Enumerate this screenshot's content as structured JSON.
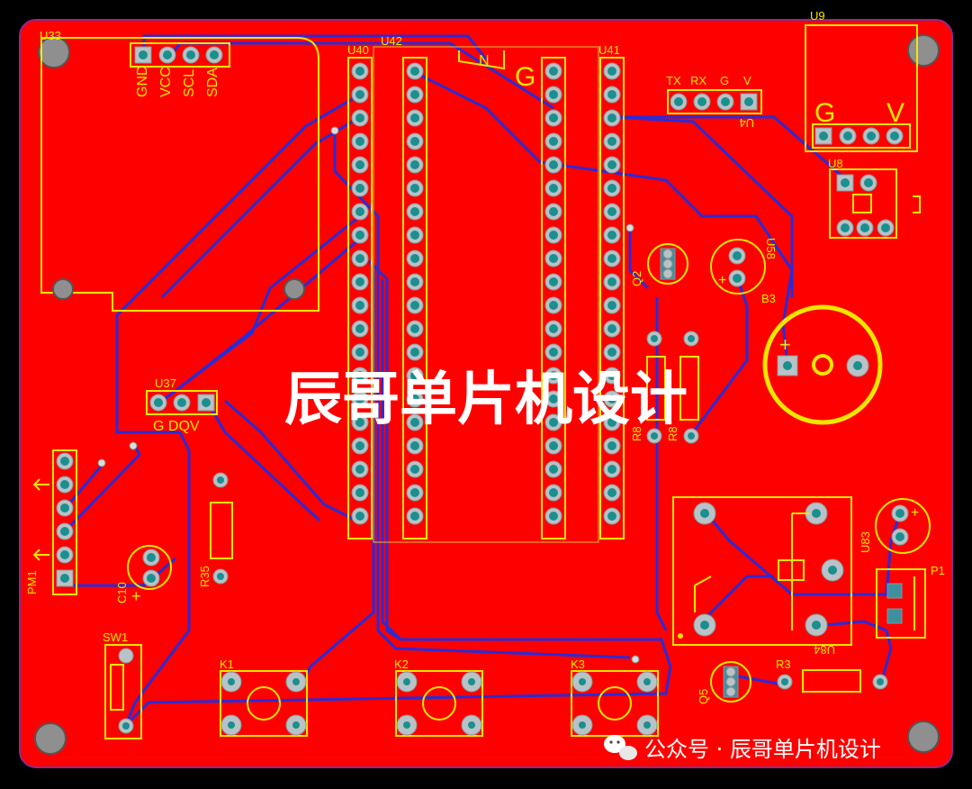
{
  "banner": "辰哥单片机设计",
  "watermark": {
    "icon": "wechat-icon",
    "text": "公众号 · 辰哥单片机设计"
  },
  "components": {
    "u33": "U33",
    "u33_pins": [
      "GND",
      "VCC",
      "SCL",
      "SDA"
    ],
    "u40": "U40",
    "u42": "U42",
    "u41": "U41",
    "u9": "U9",
    "u9_pins": [
      "G",
      "V"
    ],
    "u4": "U4",
    "u4_pins": [
      "TX",
      "RX",
      "G",
      "V"
    ],
    "u8": "U8",
    "u58": "U58",
    "q2": "Q2",
    "b3": "B3",
    "r8a": "R8",
    "r8b": "R8",
    "u37": "U37",
    "u37_pins": "G DQV",
    "pm1": "PM1",
    "c10": "C10",
    "r35": "R35",
    "sw1": "SW1",
    "k1": "K1",
    "k2": "K2",
    "k3": "K3",
    "u83": "U83",
    "u84": "U84",
    "p1": "P1",
    "r3": "R3",
    "q5": "Q5",
    "g_mark": "G"
  },
  "colors": {
    "board": "#ff0000",
    "background": "#000000",
    "silkscreen": "#f2e600",
    "trace": "#2b2bd6",
    "pad": "#b9c2c6"
  }
}
